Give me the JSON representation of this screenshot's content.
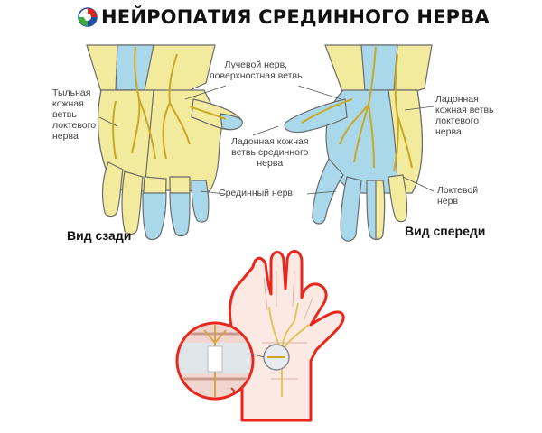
{
  "title": "НЕЙРОПАТИЯ СРЕДИННОГО НЕРВА",
  "labels": {
    "dorsal_ulnar": "Тыльная\nкожная\nветвь\nлоктевого\nнерва",
    "radial_superficial": "Лучевой нерв,\nповерхностная ветвь",
    "palmar_median": "Ладонная кожная\nветвь срединного\nнерва",
    "median": "Срединный нерв",
    "palmar_ulnar": "Ладонная\nкожная ветвь\nлоктевого\nнерва",
    "ulnar": "Локтевой\nнерв"
  },
  "views": {
    "back": "Вид сзади",
    "front": "Вид спереди"
  },
  "colors": {
    "yellow": "#f2ea9c",
    "blue": "#a9d8ea",
    "skin_outline": "#6c6c6c",
    "nerve": "#f6e28a",
    "red_hand": "#e8281e"
  },
  "icons": [
    "logo-icon"
  ]
}
